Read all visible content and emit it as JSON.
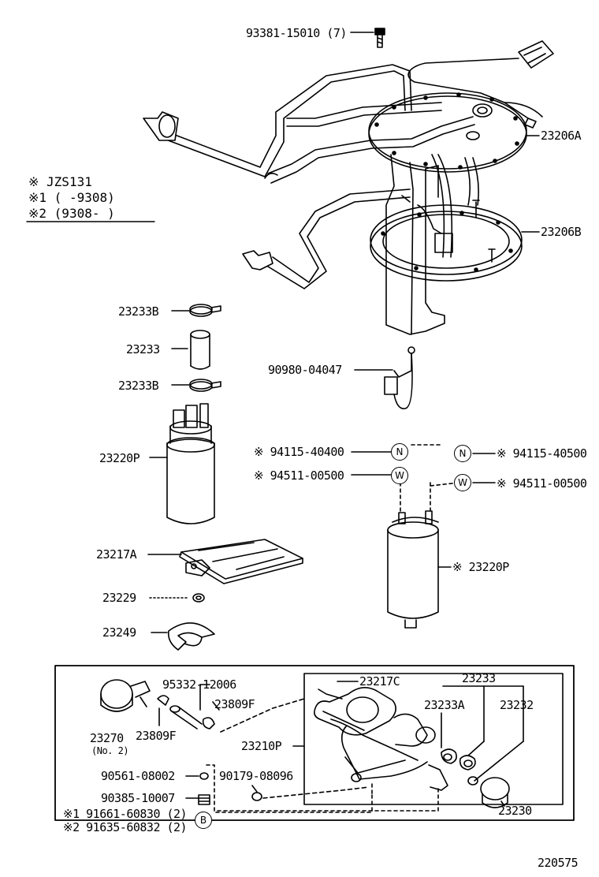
{
  "colors": {
    "ink": "#000000",
    "paper": "#ffffff"
  },
  "notes": {
    "model": "※  JZS131",
    "range1": "※1 (     -9308)",
    "range2": "※2 (9308-      )"
  },
  "labels": {
    "p93381": "93381-15010 (7)",
    "p23206A": "23206A",
    "p23206B": "23206B",
    "p23233B_top": "23233B",
    "p23233": "23233",
    "p23233B_bot": "23233B",
    "p90980": "90980-04047",
    "p23220P": "23220P",
    "p94115_l": "※ 94115-40400",
    "p94511_l": "※ 94511-00500",
    "p94115_r": "※ 94115-40500",
    "p94511_r": "※ 94511-00500",
    "p23220P_r": "※ 23220P",
    "p23217A": "23217A",
    "p23229": "23229",
    "p23249": "23249",
    "p95332": "95332-12006",
    "p23809F_top": "23809F",
    "p23809F_bot": "23809F",
    "p23270": "23270",
    "p23270_no": "(No. 2)",
    "p23217C": "23217C",
    "p23233_box": "23233",
    "p23233A": "23233A",
    "p23232": "23232",
    "p23210P": "23210P",
    "p90561": "90561-08002",
    "p90179": "90179-08096",
    "p90385": "90385-10007",
    "p91661": "※1 91661-60830 (2)",
    "p91635": "※2 91635-60832 (2)",
    "p23230": "23230"
  },
  "markers": {
    "N": "N",
    "W": "W",
    "B": "B"
  },
  "figure_number": "220575"
}
